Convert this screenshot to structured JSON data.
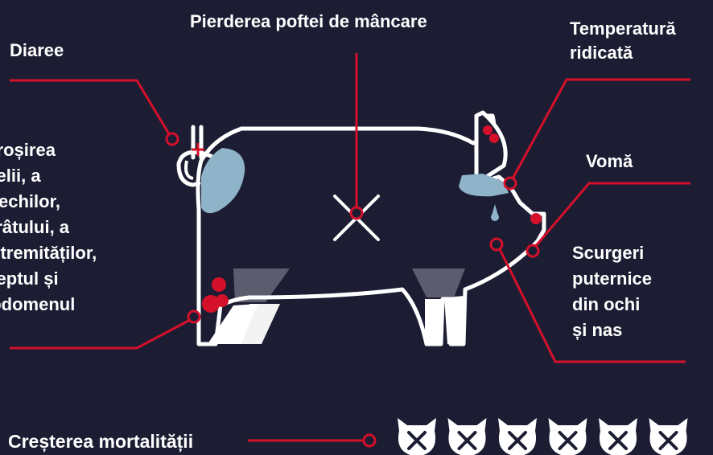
{
  "symptoms": {
    "appetite_loss": "Pierderea poftei de mâncare",
    "diarrhea": "Diaree",
    "fever": [
      "Temperatură",
      "ridicată"
    ],
    "vomiting": "Vomă",
    "skin_redness": [
      "Înroșirea",
      "pielii, a",
      "urechilor,",
      "a râtului, a",
      "extremităților,",
      "pieptul și",
      "abdomenul"
    ],
    "discharge": [
      "Scurgeri",
      "puternice",
      "din ochi",
      "și nas"
    ],
    "mortality": "Creșterea mortalității"
  },
  "mortality_icon_count": 6,
  "colors": {
    "background": "#1c1d33",
    "accent_red": "#d5102a",
    "light_blue": "#8fb3c9",
    "outline": "#ffffff"
  }
}
